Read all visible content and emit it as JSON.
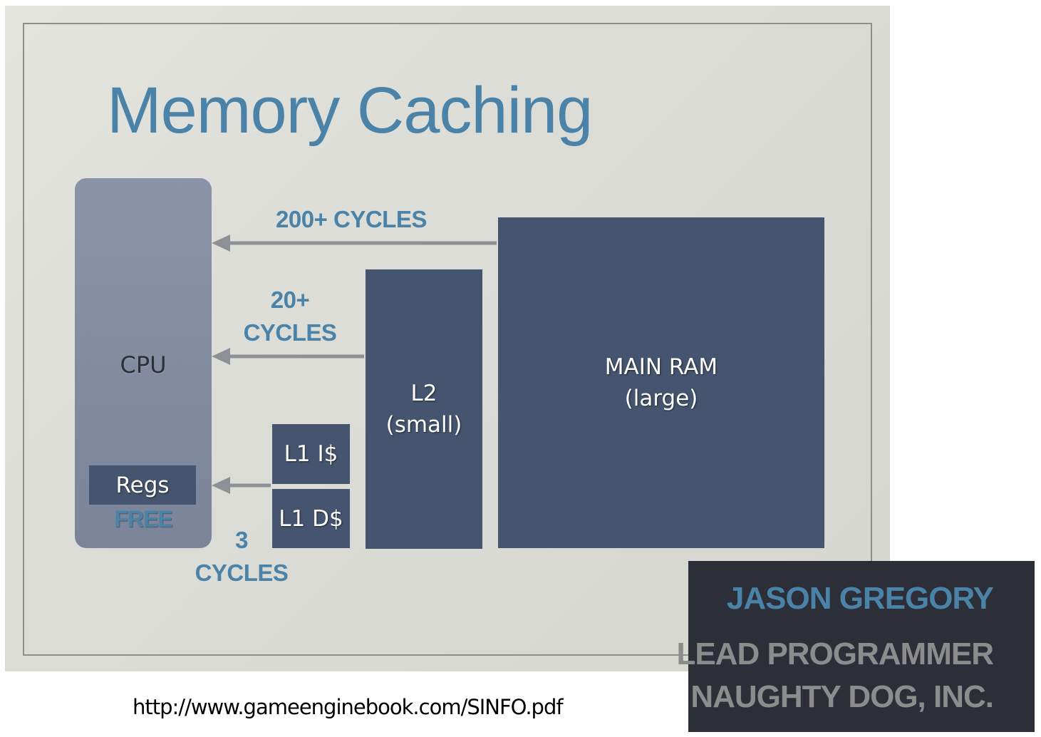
{
  "slide": {
    "title": "Memory Caching"
  },
  "diagram": {
    "cpu": {
      "label": "CPU",
      "regs_label": "Regs",
      "free_label": "FREE"
    },
    "l1_icache": "L1 I$",
    "l1_dcache": "L1 D$",
    "l2": {
      "line1": "L2",
      "line2": "(small)"
    },
    "main_ram": {
      "line1": "MAIN RAM",
      "line2": "(large)"
    },
    "latencies": {
      "ram": "200+ CYCLES",
      "l2_line1": "20+",
      "l2_line2": "CYCLES",
      "l1_line1": "3",
      "l1_line2": "CYCLES"
    },
    "colors": {
      "accent_blue": "#4a82a8",
      "box_navy": "#46556f",
      "cpu_slate": "#7f889c",
      "arrow_gray": "#8e9098"
    }
  },
  "source_url": "http://www.gameenginebook.com/SINFO.pdf",
  "credit": {
    "name": "JASON GREGORY",
    "role": "LEAD PROGRAMMER",
    "company": "NAUGHTY DOG, INC."
  }
}
